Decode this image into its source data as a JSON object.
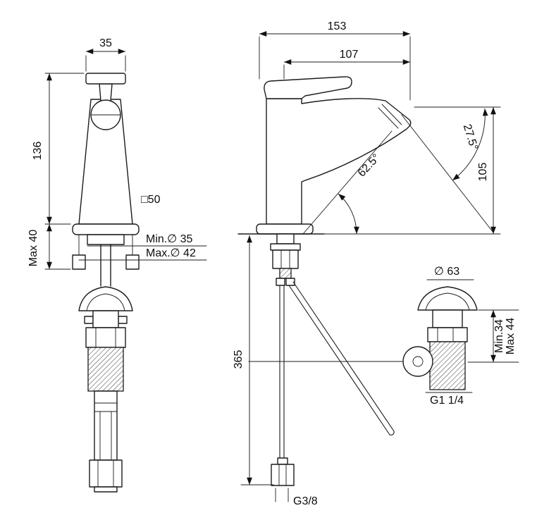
{
  "drawing": {
    "front_view": {
      "handle_width": "35",
      "body_height": "136",
      "deck_thickness_max": "Max 40",
      "body_section": "□50",
      "hole_diameter_min": "Min.∅ 35",
      "hole_diameter_max": "Max.∅ 42"
    },
    "side_view": {
      "total_depth": "153",
      "spout_reach": "107",
      "spout_angle": "27.5°",
      "stream_angle": "62.5°",
      "outlet_height": "105",
      "hose_length": "365",
      "supply_connection": "G3/8"
    },
    "drain_detail": {
      "flange_diameter": "∅ 63",
      "clamp_min": "Min.34",
      "clamp_max": "Max 44",
      "waste_thread": "G1 1/4"
    }
  }
}
